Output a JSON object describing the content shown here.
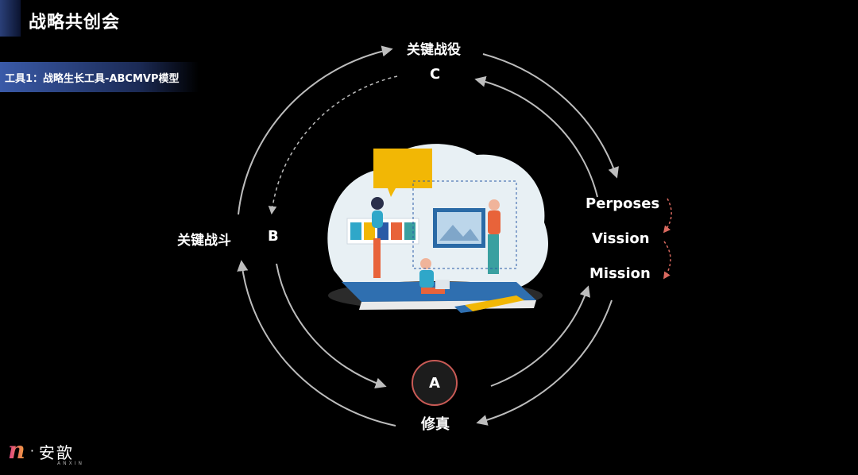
{
  "header": {
    "title": "战略共创会"
  },
  "banner": {
    "text": "工具1：战略生长工具-ABCMVP模型"
  },
  "nodes": {
    "c": {
      "title": "关键战役",
      "letter": "C"
    },
    "b": {
      "title": "关键战斗",
      "letter": "B"
    },
    "a": {
      "title": "修真",
      "letter": "A"
    }
  },
  "mvp": {
    "p": "Perposes",
    "v": "Vission",
    "m": "Mission"
  },
  "brand": {
    "name": "安歆",
    "sub": "ANXIN",
    "mark": "n",
    "dot": "·"
  },
  "colors": {
    "accent": "#c85a55",
    "arrow": "#bdbdbd",
    "banner": "#3a5aa8"
  }
}
